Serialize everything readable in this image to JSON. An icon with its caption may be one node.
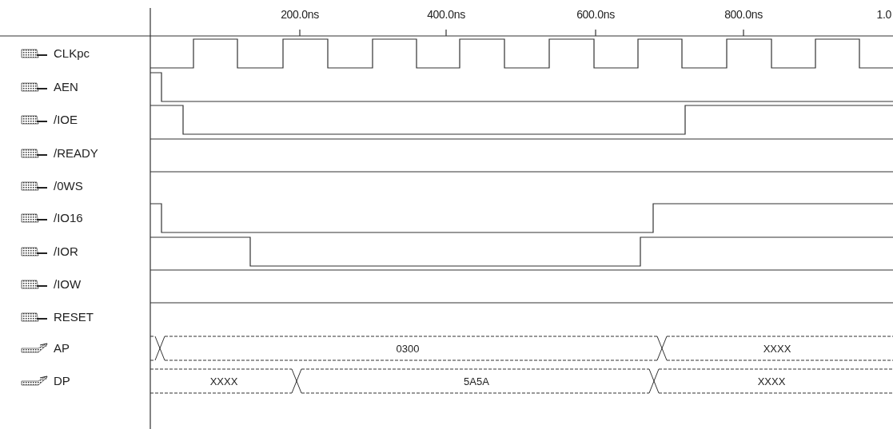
{
  "diagram": {
    "labels": [
      "200.0ns",
      "400.0ns",
      "600.0ns",
      "800.0ns",
      "1.0",
      "CLKpc",
      "AEN",
      "/IOE",
      "/READY",
      "/0WS",
      "/IO16",
      "/IOR",
      "/IOW",
      "RESET",
      "AP",
      "0300",
      "XXXX",
      "DP",
      "XXXX",
      "5A5A",
      "XXXX"
    ]
  }
}
